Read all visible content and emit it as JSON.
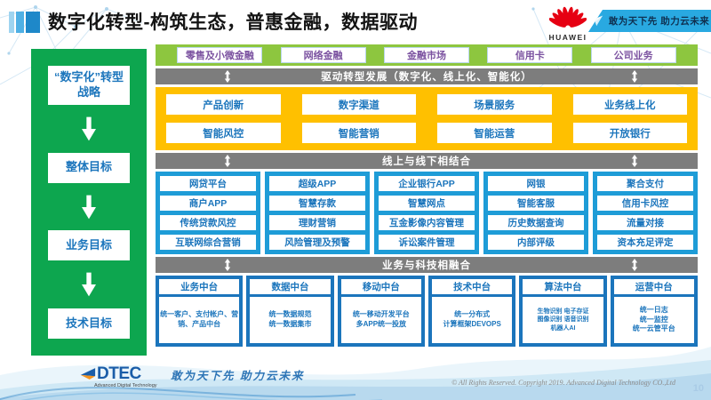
{
  "header": {
    "title": "数字化转型-构筑生态，普惠金融，数据驱动",
    "logo": "HUAWEI",
    "slogan": "敢为天下先 助力云未来"
  },
  "sidebar": {
    "items": [
      "“数字化”转型战略",
      "整体目标",
      "业务目标",
      "技术目标"
    ]
  },
  "top_row": {
    "items": [
      "零售及小微金融",
      "网络金融",
      "金融市场",
      "信用卡",
      "公司业务"
    ]
  },
  "bars": {
    "drive": "驱动转型发展（数字化、线上化、智能化）",
    "online_offline": "线上与线下相结合",
    "biz_tech": "业务与科技相融合"
  },
  "yellow": {
    "row1": [
      "产品创新",
      "数字渠道",
      "场景服务",
      "业务线上化"
    ],
    "row2": [
      "智能风控",
      "智能营销",
      "智能运营",
      "开放银行"
    ]
  },
  "blue_grid": {
    "columns": [
      [
        "网贷平台",
        "商户APP",
        "传统贷款风控",
        "互联网综合营销"
      ],
      [
        "超级APP",
        "智慧存款",
        "理财营销",
        "风险管理及预警"
      ],
      [
        "企业银行APP",
        "智慧网点",
        "互金影像内容管理",
        "诉讼案件管理"
      ],
      [
        "网银",
        "智能客服",
        "历史数据查询",
        "内部评级"
      ],
      [
        "聚合支付",
        "信用卡风控",
        "流量对接",
        "资本充足评定"
      ]
    ]
  },
  "platforms": {
    "columns": [
      {
        "title": "业务中台",
        "detail": "统一客户、支付帐户、营销、产品中台"
      },
      {
        "title": "数据中台",
        "detail": "统一数据规范\n统一数据集市"
      },
      {
        "title": "移动中台",
        "detail": "统一移动开发平台\n多APP统一投放"
      },
      {
        "title": "技术中台",
        "detail": "统一分布式\n计算框架DEVOPS"
      },
      {
        "title": "算法中台",
        "detail": "生物识别 电子存证\n图像识别 语音识别\n机器人AI"
      },
      {
        "title": "运营中台",
        "detail": "统一日志\n统一监控\n统一云管平台"
      }
    ]
  },
  "footer": {
    "logo": "DTEC",
    "logo_caption": "Advanced Digital Technology",
    "slogan": "敢为天下先   助力云未来",
    "copyright": "© All Rights Reserved. Copyright 2019. Advanced Digital Technology CO.,Ltd",
    "page": "10"
  },
  "colors": {
    "sidebar_green": "#0DA64F",
    "row_green": "#8DC63F",
    "gray_bar": "#7D7D7D",
    "yellow": "#FFC000",
    "mid_blue": "#1E9CD7",
    "dark_blue": "#1B75BC",
    "box_text_blue": "#1B75BC",
    "green_row_text_purple": "#7B52A0",
    "banner_blue": "#29A9E1",
    "huawei_red": "#E60012"
  }
}
